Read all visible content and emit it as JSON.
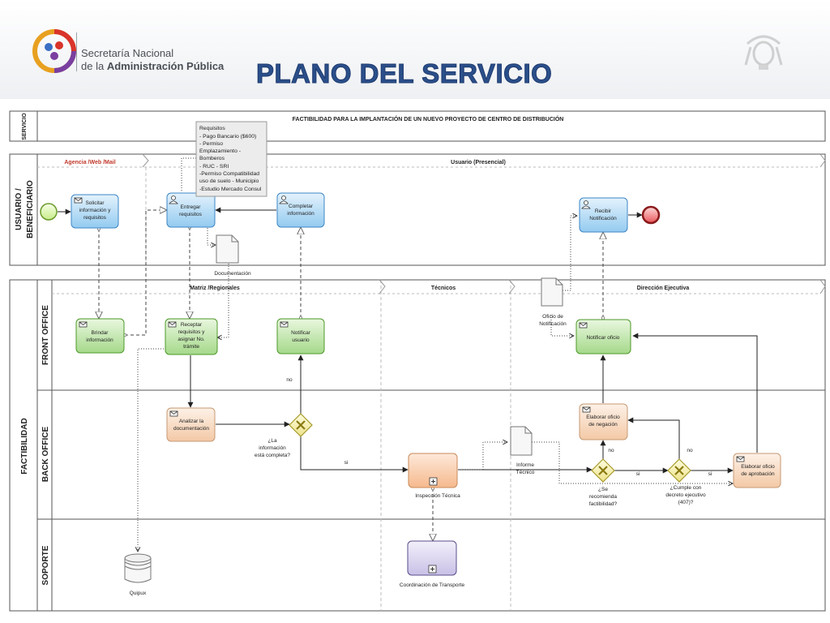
{
  "header": {
    "org_line1": "Secretaría Nacional",
    "org_line2_a": "de la ",
    "org_line2_b": "Administración Pública",
    "title": "PLANO DEL SERVICIO"
  },
  "pools": {
    "servicio": {
      "label": "SERVICIO",
      "title": "FACTIBILIDAD PARA LA IMPLANTACIÓN DE UN NUEVO PROYECTO DE CENTRO DE DISTRIBUCIÓN"
    },
    "usuario": {
      "label_line1": "USUARIO /",
      "label_line2": "BENEFICIARIO",
      "col_left": "Agencia /Web /Mail",
      "col_right": "Usuario (Presencial)"
    },
    "factibilidad": {
      "label": "FACTIBILIDAD",
      "lanes": [
        "FRONT OFFICE",
        "BACK OFFICE",
        "SOPORTE"
      ],
      "cols": [
        "Matriz /Regionales",
        "Técnicos",
        "Dirección Ejecutiva"
      ]
    }
  },
  "tasks": {
    "solicitar": [
      "Solicitar",
      "información y",
      "requisitos"
    ],
    "entregar": [
      "Entregar",
      "requisitos"
    ],
    "completar": [
      "Completar",
      "información"
    ],
    "recibir": [
      "Recibir",
      "Notificación"
    ],
    "brindar": [
      "Brindar",
      "información"
    ],
    "receptar": [
      "Receptar",
      "requisitos y",
      "asignar No.",
      "trámite"
    ],
    "notificar_usuario": [
      "Notificar",
      "usuario"
    ],
    "notificar_oficio": [
      "Notificar oficio"
    ],
    "analizar": [
      "Analizar la",
      "documentación"
    ],
    "elaborar_negacion": [
      "Elaborar oficio",
      "de negación"
    ],
    "elaborar_aprobacion": [
      "Elaborar oficio",
      "de aprobación"
    ],
    "inspeccion": [
      "Inspección  Técnica"
    ],
    "coordinacion": [
      "Coordinación de Transporte"
    ]
  },
  "note": [
    "Requisitos",
    "- Pago Bancario ($600)",
    "- Permiso",
    "Emplazamiento -",
    "Bomberos",
    "- RUC - SRI",
    "-Permiso Compatibilidad",
    "uso de suelo - Municipio",
    "-Estudio Mercado Consul"
  ],
  "artifacts": {
    "documentacion": [
      "Documentación"
    ],
    "oficio": [
      "Oficio de",
      "Notificación"
    ],
    "informe": [
      "Informe",
      "Técnico"
    ],
    "quipux": [
      "Quipux"
    ]
  },
  "gateways": {
    "g1": [
      "¿La",
      "información",
      "está completa?"
    ],
    "g2": [
      "¿Se",
      "recomienda",
      "factibilidad?"
    ],
    "g3": [
      "¿Cumple con",
      "decreto ejecutivo",
      "(407)?"
    ]
  },
  "flow_labels": {
    "no1": "no",
    "si1": "si",
    "no2": "no",
    "si2": "si",
    "no3": "no",
    "si3": "si"
  }
}
